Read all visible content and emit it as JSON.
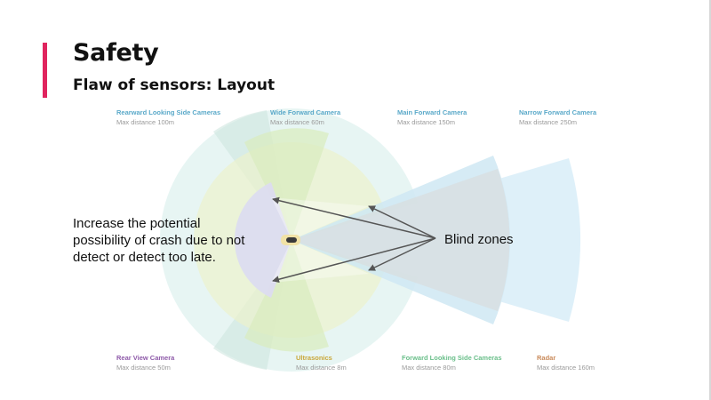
{
  "slide": {
    "title": "Safety",
    "subtitle": "Flaw of sensors: Layout",
    "accent_color": "#e0245e"
  },
  "sensors": [
    {
      "id": "rearward-side",
      "name": "Rearward Looking Side Cameras",
      "distance": "Max distance 100m",
      "color": "#5aa9c9"
    },
    {
      "id": "wide-forward",
      "name": "Wide Forward Camera",
      "distance": "Max distance 60m",
      "color": "#5aa9c9"
    },
    {
      "id": "main-forward",
      "name": "Main Forward Camera",
      "distance": "Max distance 150m",
      "color": "#5aa9c9"
    },
    {
      "id": "narrow-forward",
      "name": "Narrow Forward Camera",
      "distance": "Max distance 250m",
      "color": "#5aa9c9"
    },
    {
      "id": "rear-view",
      "name": "Rear View Camera",
      "distance": "Max distance 50m",
      "color": "#8e5aa9"
    },
    {
      "id": "ultrasonics",
      "name": "Ultrasonics",
      "distance": "Max distance 8m",
      "color": "#c9a73a"
    },
    {
      "id": "forward-side",
      "name": "Forward Looking Side Cameras",
      "distance": "Max distance 80m",
      "color": "#6abf8a"
    },
    {
      "id": "radar",
      "name": "Radar",
      "distance": "Max distance 160m",
      "color": "#c98a5a"
    }
  ],
  "callouts": {
    "crash_risk": "Increase the potential possibility of crash due to not detect or detect too late.",
    "blind_zones": "Blind zones"
  }
}
